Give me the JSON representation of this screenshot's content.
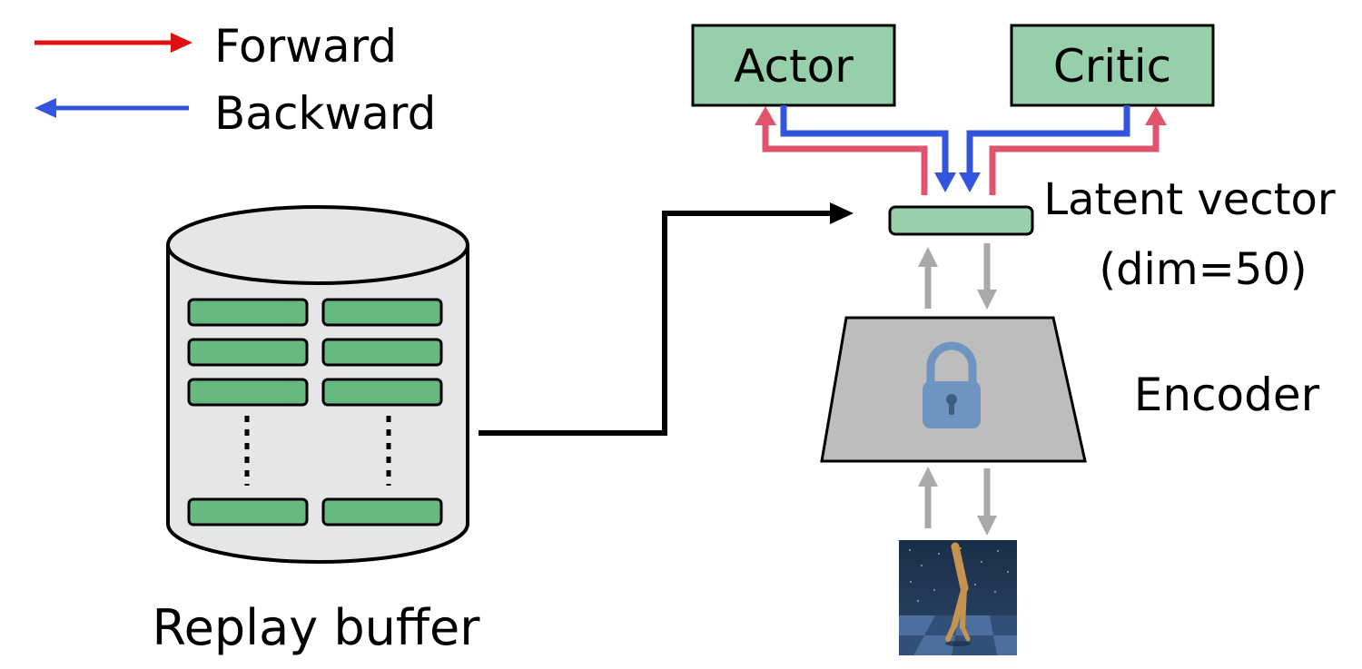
{
  "legend": {
    "forward_label": "Forward",
    "backward_label": "Backward"
  },
  "nodes": {
    "actor_label": "Actor",
    "critic_label": "Critic",
    "latent_label_line1": "Latent vector",
    "latent_label_line2": "(dim=50)",
    "encoder_label": "Encoder",
    "replay_label": "Replay buffer"
  },
  "icons": {
    "encoder_icon": "padlock-icon",
    "observation_icon": "walker-robot-image"
  },
  "colors": {
    "forward": "#e0556b",
    "forward_legend": "#dd1111",
    "backward": "#3355dd",
    "box_fill": "#98cfab",
    "slot_fill": "#68b882",
    "encoder_fill": "#bdbdbd",
    "cylinder_fill": "#e6e6e6",
    "grey_arrow": "#a9a9a9",
    "lock": "#6e95bf"
  }
}
